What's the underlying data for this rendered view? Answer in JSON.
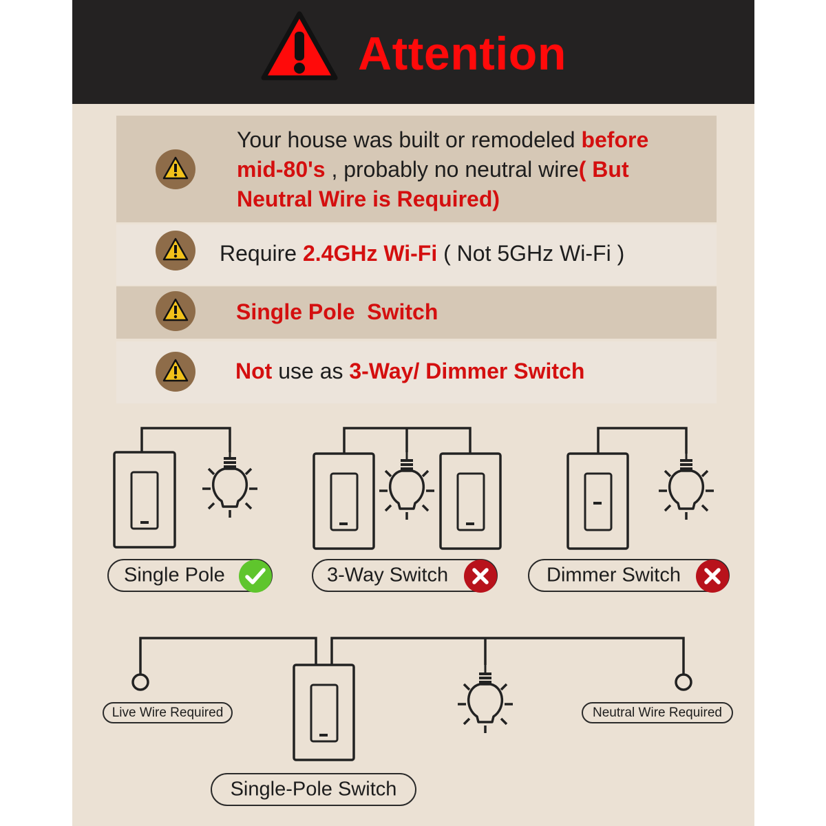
{
  "header": {
    "title": "Attention",
    "warning_icon": "warning-triangle-icon",
    "title_color": "#ff0a0a",
    "background": "#242222"
  },
  "notices": [
    {
      "icon": "warning-icon",
      "parts": [
        {
          "text": "Your house was built or remodeled ",
          "emphasis": false
        },
        {
          "text": "before",
          "emphasis": true
        },
        {
          "text": "mid-80's",
          "emphasis": true
        },
        {
          "text": " , probably no neutral wire",
          "emphasis": false
        },
        {
          "text": "( But",
          "emphasis": true
        },
        {
          "text": "Neutral Wire is Required)",
          "emphasis": true
        }
      ]
    },
    {
      "icon": "warning-icon",
      "parts": [
        {
          "text": "Require ",
          "emphasis": false
        },
        {
          "text": "2.4GHz Wi-Fi",
          "emphasis": true
        },
        {
          "text": " ( Not 5GHz Wi-Fi )",
          "emphasis": false
        }
      ]
    },
    {
      "icon": "warning-icon",
      "parts": [
        {
          "text": "Single Pole  Switch",
          "emphasis": true
        }
      ]
    },
    {
      "icon": "warning-icon",
      "parts": [
        {
          "text": "Not",
          "emphasis": true
        },
        {
          "text": " use as ",
          "emphasis": false
        },
        {
          "text": "3-Way/ Dimmer Switch",
          "emphasis": true
        }
      ]
    }
  ],
  "switch_types": [
    {
      "label": "Single Pole",
      "status": "compatible",
      "badge_icon": "check-icon",
      "badge_color": "#5fc52d"
    },
    {
      "label": "3-Way Switch",
      "status": "not-compatible",
      "badge_icon": "cross-icon",
      "badge_color": "#b8121b"
    },
    {
      "label": "Dimmer Switch",
      "status": "not-compatible",
      "badge_icon": "cross-icon",
      "badge_color": "#b8121b"
    }
  ],
  "wiring": {
    "live_label": "Live Wire Required",
    "neutral_label": "Neutral Wire Required",
    "switch_label": "Single-Pole Switch"
  },
  "colors": {
    "emphasis": "#d40f0f",
    "panel": "#ebe1d4",
    "row_dark": "#d6c8b6",
    "row_light": "#ece4db",
    "icon_circle": "#8e6c49",
    "icon_triangle": "#f2c21b"
  }
}
